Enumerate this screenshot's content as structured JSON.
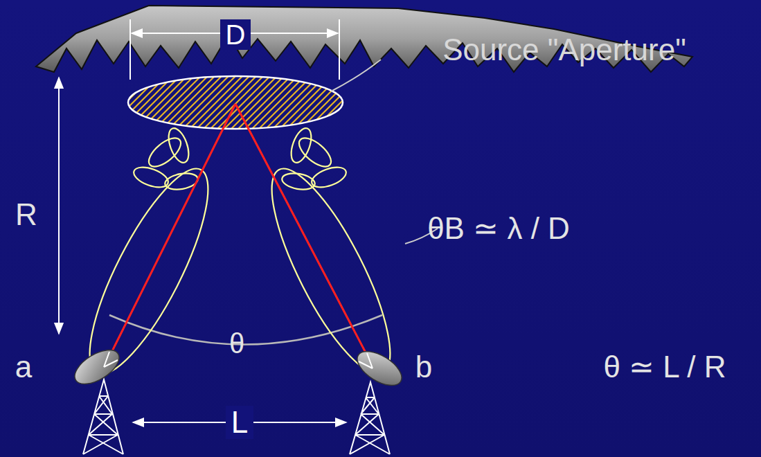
{
  "diagram": {
    "labels": [
      "D",
      "Source \"Aperture\"",
      "R",
      "θB ≃ λ / D",
      "θ",
      "a",
      "b",
      "θ ≃ L / R",
      "L"
    ]
  }
}
